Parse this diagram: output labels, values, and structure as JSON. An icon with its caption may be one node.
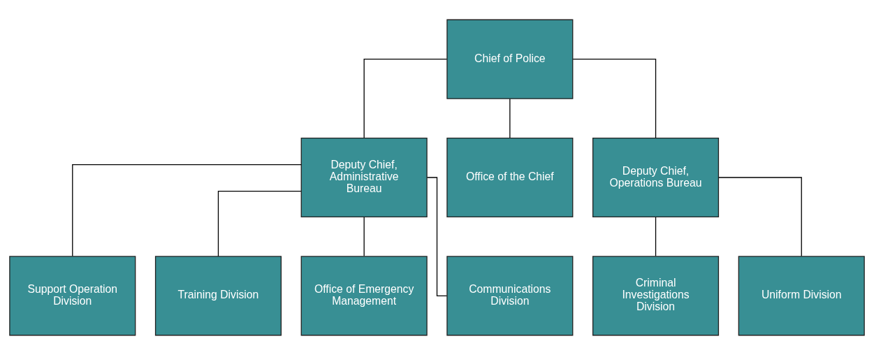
{
  "diagram": {
    "nodes": [
      {
        "text": [
          "Chief of Police"
        ]
      },
      {
        "text": [
          "Deputy Chief, Administrative Bureau"
        ]
      },
      {
        "text": [
          "Office of the Chief"
        ]
      },
      {
        "text": [
          "Deputy Chief, Operations Bureau"
        ]
      },
      {
        "text": [
          "Support Operation Division"
        ]
      },
      {
        "text": [
          "Training Division"
        ]
      },
      {
        "text": [
          "Office of Emergency Management"
        ]
      },
      {
        "text": [
          "Communications Division"
        ]
      },
      {
        "text": [
          "Criminal Investigations Division"
        ]
      },
      {
        "text": [
          "Uniform Division"
        ]
      }
    ],
    "edges": [
      {
        "from": 0,
        "to": 1,
        "arrow": "none"
      },
      {
        "from": 0,
        "to": 2,
        "arrow": "none"
      },
      {
        "from": 0,
        "to": 3,
        "arrow": "none"
      },
      {
        "from": 1,
        "to": 4,
        "arrow": "none"
      },
      {
        "from": 1,
        "to": 5,
        "arrow": "none"
      },
      {
        "from": 1,
        "to": 6,
        "arrow": "none"
      },
      {
        "from": 1,
        "to": 7,
        "arrow": "none"
      },
      {
        "from": 3,
        "to": 8,
        "arrow": "none"
      },
      {
        "from": 3,
        "to": 9,
        "arrow": "none"
      }
    ]
  }
}
